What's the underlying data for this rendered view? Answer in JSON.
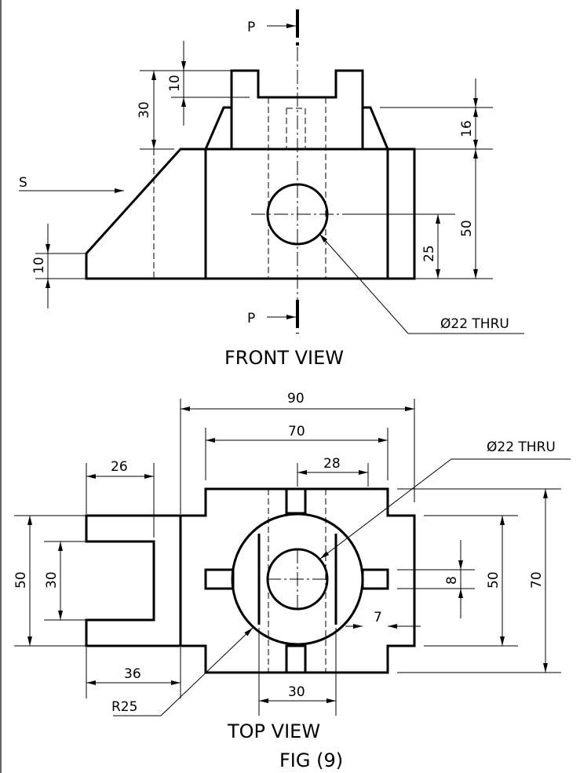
{
  "front_view": {
    "title": "FRONT VIEW",
    "section_mark_top": "P",
    "section_mark_bottom": "P",
    "view_arrow": "S",
    "hole_note": "Ø22 THRU",
    "dims": {
      "top_slot_height": "10",
      "top_height": "30",
      "boss_height": "16",
      "body_height": "50",
      "hole_center_height": "25",
      "chamfer_height": "10"
    }
  },
  "top_view": {
    "title": "TOP VIEW",
    "hole_note": "Ø22 THRU",
    "radius_note": "R25",
    "dims": {
      "overall_width": "90",
      "inner_width": "70",
      "flat_width": "28",
      "fork_width": "26",
      "fork_outer_height": "50",
      "fork_slot_height": "30",
      "fork_length": "36",
      "lug_width": "30",
      "rib_height": "8",
      "boss_width": "50",
      "overall_depth": "70",
      "lug_depth": "7"
    }
  },
  "figure_caption": "FIG (9)"
}
